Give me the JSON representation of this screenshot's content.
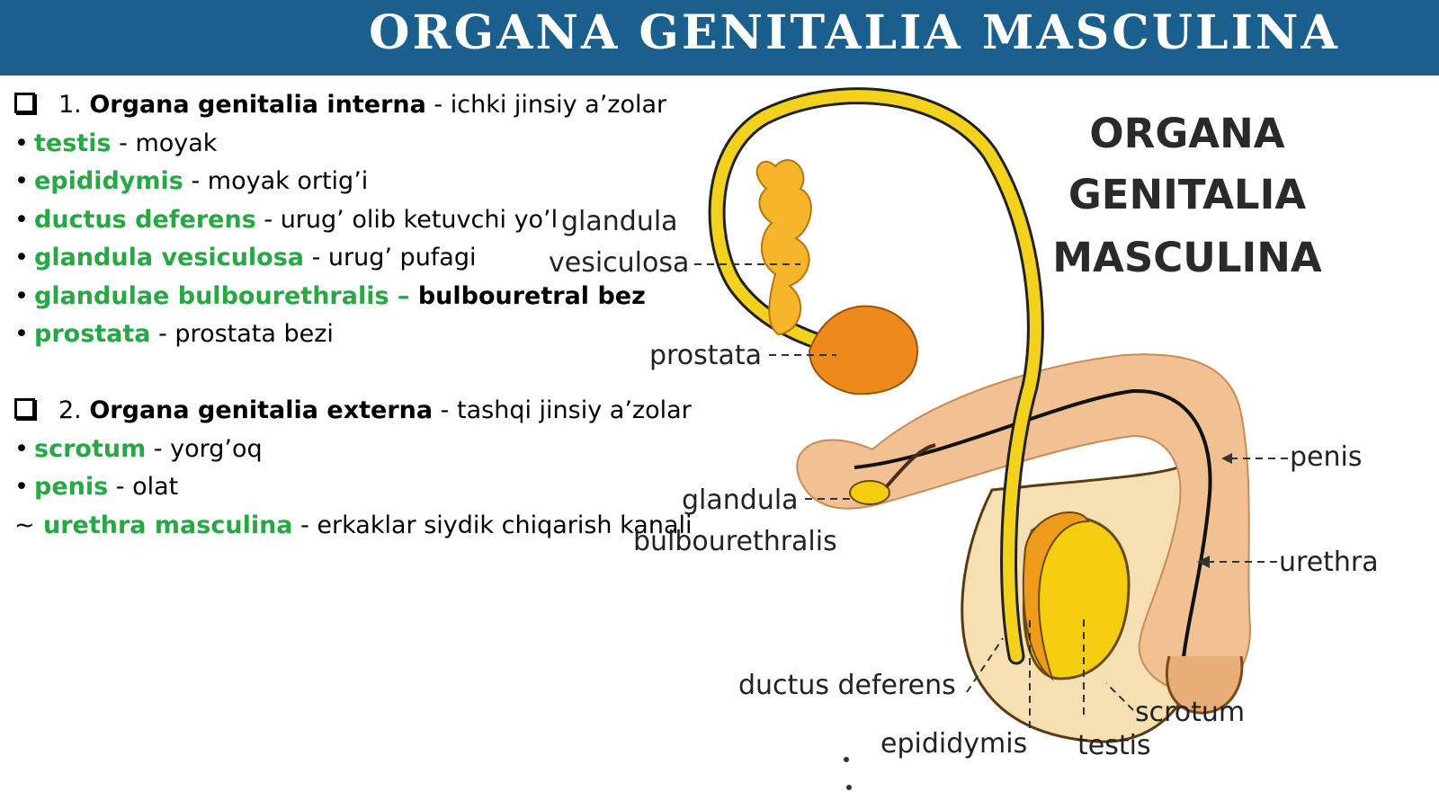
{
  "header": {
    "title": "ORGANA GENITALIA MASCULINA"
  },
  "text": {
    "internal_num": "1.",
    "internal_title": "Organa genitalia interna",
    "internal_desc": " - ichki jinsiy a’zolar",
    "internal_items": [
      {
        "term": "testis",
        "desc": " - moyak"
      },
      {
        "term": "epididymis",
        "desc": " - moyak ortig’i"
      },
      {
        "term": "ductus deferens",
        "desc": " - urug’ olib ketuvchi yo’l"
      },
      {
        "term": "glandula vesiculosa",
        "desc": " - urug’ pufagi"
      },
      {
        "term": "glandulae bulbourethralis –",
        "desc": " bulbouretral bez"
      },
      {
        "term": "prostata",
        "desc": " - prostata bezi"
      }
    ],
    "external_num": "2.",
    "external_title": "Organa genitalia externa",
    "external_desc": " - tashqi jinsiy a’zolar",
    "external_items": [
      {
        "term": "scrotum",
        "desc": " - yorg’oq"
      },
      {
        "term": "penis",
        "desc": " - olat"
      }
    ],
    "urethra": {
      "prefix": "~",
      "term": "urethra masculina",
      "desc": " - erkaklar siydik chiqarish kanali"
    },
    "bullet_symbol": "•"
  },
  "diagram": {
    "title_lines": [
      "ORGANA",
      "GENITALIA",
      "MASCULINA"
    ],
    "labels": {
      "glandula_vesiculosa_1": "glandula",
      "glandula_vesiculosa_2": "vesiculosa",
      "prostata": "prostata",
      "glandula_bulbo_1": "glandula",
      "glandula_bulbo_2": "bulbourethralis",
      "ductus_deferens": "ductus deferens",
      "epididymis": "epididymis",
      "testis": "testis",
      "scrotum": "scrotum",
      "penis": "penis",
      "urethra": "urethra"
    },
    "colors": {
      "ductus": "#f2d21c",
      "vesicle": "#f6b52a",
      "prostate": "#ee8a1c",
      "penis": "#f1c093",
      "scrotum": "#f5dfb3",
      "testis": "#f4cc10",
      "epididymis": "#ee9a1a"
    }
  },
  "colors": {
    "banner": "#1a5f8e",
    "term_green": "#27a844"
  }
}
